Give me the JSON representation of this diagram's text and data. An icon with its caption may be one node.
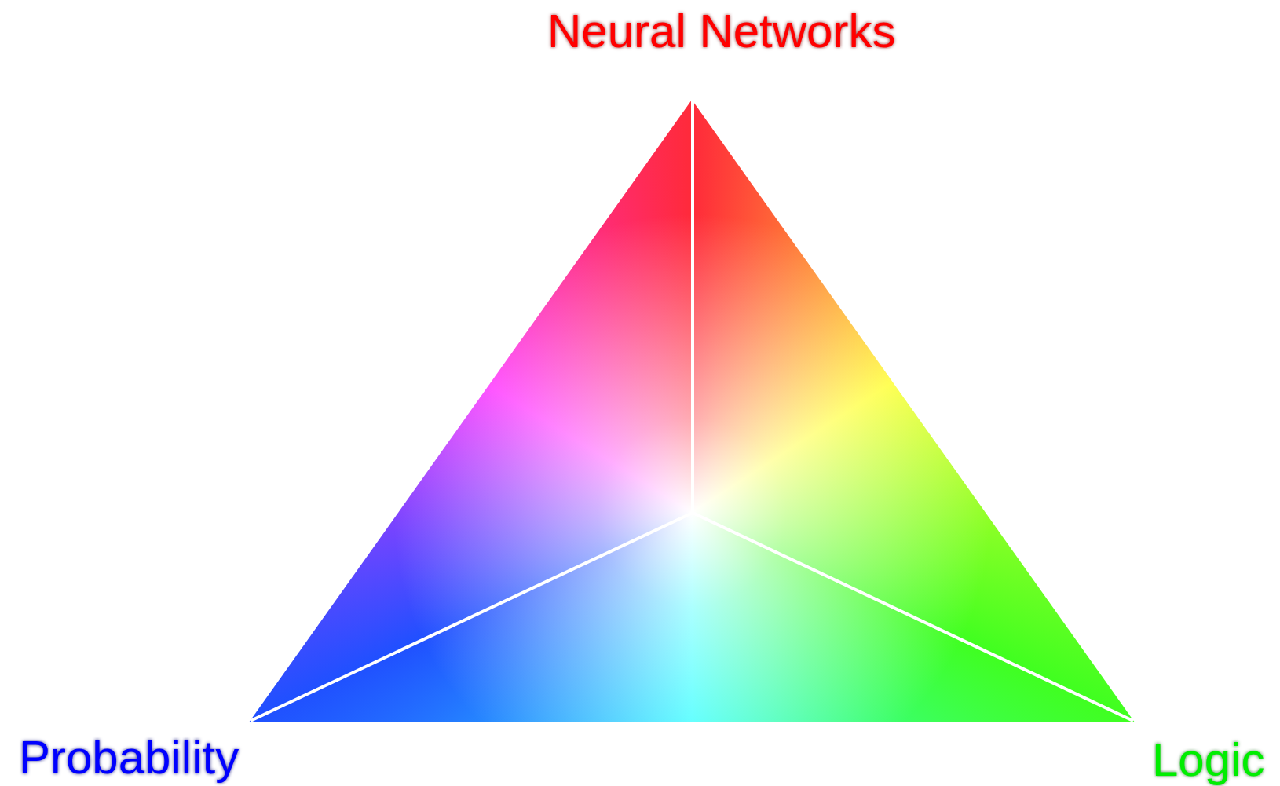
{
  "diagram": {
    "labels": [
      "Neural Networks",
      "Probability",
      "Logic"
    ]
  }
}
